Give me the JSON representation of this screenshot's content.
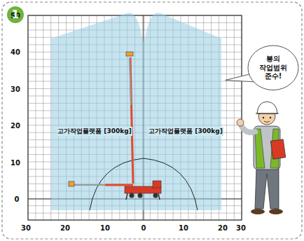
{
  "diagram": {
    "nodes": [
      {
        "text": [
          "1"
        ]
      },
      {
        "text": [
          "고가작업플랫폼 [300kg]",
          "고가작업플랫폼 [300kg]"
        ]
      },
      {
        "text": [
          "봉의 작업범위 준수!"
        ]
      }
    ],
    "labels": [
      "50",
      "40",
      "30",
      "20",
      "10",
      "0",
      "30",
      "20",
      "10",
      "0",
      "10",
      "20",
      "30"
    ]
  }
}
